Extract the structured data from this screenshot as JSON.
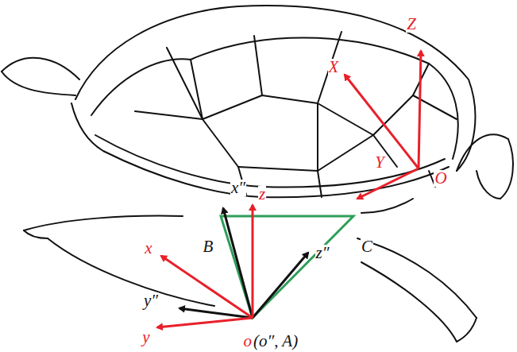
{
  "diagram": {
    "labels": [
      "Z",
      "X",
      "Y",
      "O",
      "x″",
      "z",
      "B",
      "C",
      "z″",
      "x",
      "y″",
      "y",
      "o",
      "(o″, A)"
    ]
  }
}
